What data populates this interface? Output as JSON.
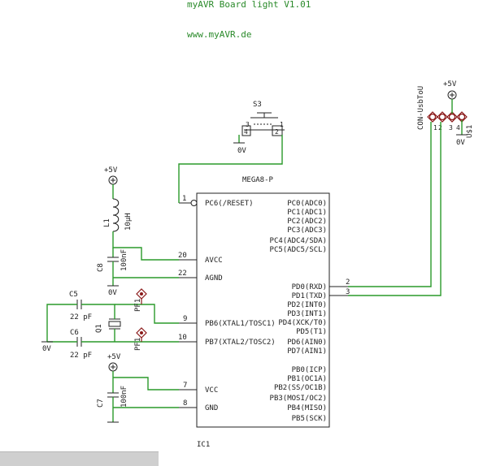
{
  "title_line": "myAVR Board light V1.01",
  "url_line": "www.myAVR.de",
  "chip": {
    "part": "MEGA8-P",
    "ref": "IC1",
    "left_pins": [
      {
        "num": "1",
        "name": "PC6(/RESET)"
      },
      {
        "num": "20",
        "name": "AVCC"
      },
      {
        "num": "22",
        "name": "AGND"
      },
      {
        "num": "9",
        "name": "PB6(XTAL1/TOSC1)"
      },
      {
        "num": "10",
        "name": "PB7(XTAL2/TOSC2)"
      },
      {
        "num": "7",
        "name": "VCC"
      },
      {
        "num": "8",
        "name": "GND"
      }
    ],
    "right_pins": [
      {
        "num": "",
        "name": "PC0(ADC0)"
      },
      {
        "num": "",
        "name": "PC1(ADC1)"
      },
      {
        "num": "",
        "name": "PC2(ADC2)"
      },
      {
        "num": "",
        "name": "PC3(ADC3)"
      },
      {
        "num": "",
        "name": "PC4(ADC4/SDA)"
      },
      {
        "num": "",
        "name": "PC5(ADC5/SCL)"
      },
      {
        "num": "2",
        "name": "PD0(RXD)"
      },
      {
        "num": "3",
        "name": "PD1(TXD)"
      },
      {
        "num": "",
        "name": "PD2(INT0)"
      },
      {
        "num": "",
        "name": "PD3(INT1)"
      },
      {
        "num": "",
        "name": "PD4(XCK/T0)"
      },
      {
        "num": "",
        "name": "PD5(T1)"
      },
      {
        "num": "",
        "name": "PD6(AIN0)"
      },
      {
        "num": "",
        "name": "PD7(AIN1)"
      },
      {
        "num": "",
        "name": "PB0(ICP)"
      },
      {
        "num": "",
        "name": "PB1(OC1A)"
      },
      {
        "num": "",
        "name": "PB2(SS/OC1B)"
      },
      {
        "num": "",
        "name": "PB3(MOSI/OC2)"
      },
      {
        "num": "",
        "name": "PB4(MISO)"
      },
      {
        "num": "",
        "name": "PB5(SCK)"
      }
    ]
  },
  "switch": {
    "ref": "S3",
    "pins": [
      "3",
      "4",
      "1",
      "2"
    ],
    "ground": "0V"
  },
  "connector": {
    "name": "CON-UsbToU",
    "ref": "U$1",
    "pins": [
      "1",
      "2",
      "3",
      "4"
    ],
    "supply": "+5V",
    "ground": "0V"
  },
  "inductor": {
    "ref": "L1",
    "value": "10µH",
    "supply": "+5V"
  },
  "c8": {
    "ref": "C8",
    "value": "100nF",
    "ground": "0V"
  },
  "c5": {
    "ref": "C5",
    "value": "22 pF"
  },
  "c6": {
    "ref": "C6",
    "value": "22 pF"
  },
  "crystal": {
    "ref": "Q1"
  },
  "pf_label": "PF1",
  "crystal_ground": "0V",
  "c7": {
    "ref": "C7",
    "value": "100nF",
    "supply": "+5V"
  }
}
